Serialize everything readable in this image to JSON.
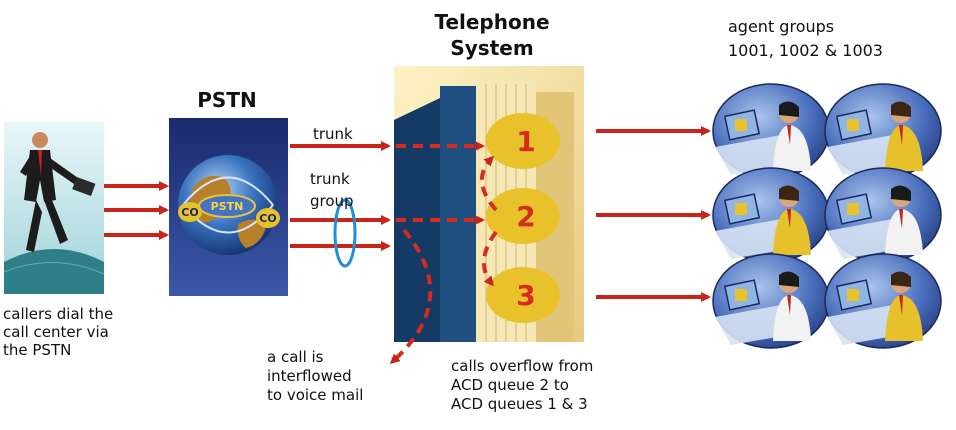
{
  "labels": {
    "pstn_title": "PSTN",
    "telephone_system": [
      "Telephone",
      "System"
    ],
    "agent_groups": [
      "agent groups",
      "1001, 1002 & 1003"
    ],
    "trunk": "trunk",
    "trunk_group": [
      "trunk",
      "group"
    ],
    "callers_caption": [
      "callers dial the",
      "call center via",
      "the PSTN"
    ],
    "interflow_caption": [
      "a call is",
      "interflowed",
      "to voice mail"
    ],
    "overflow_caption": [
      "calls overflow from",
      "ACD queue 2 to",
      "ACD queues 1 & 3"
    ],
    "globe_badges": [
      "CO",
      "PSTN",
      "CO"
    ]
  },
  "queues": [
    "1",
    "2",
    "3"
  ],
  "icons": {
    "caller": "businessman-running-icon",
    "pstn": "globe-icon",
    "telephone_system": "building-icon",
    "agent": "agent-at-computer-icon"
  },
  "colors": {
    "arrow": "#c8241b",
    "queue_oval": "#e9c12a",
    "trunk_group_ring": "#1f8fd6",
    "agent_bubble": "#3c5fae"
  }
}
